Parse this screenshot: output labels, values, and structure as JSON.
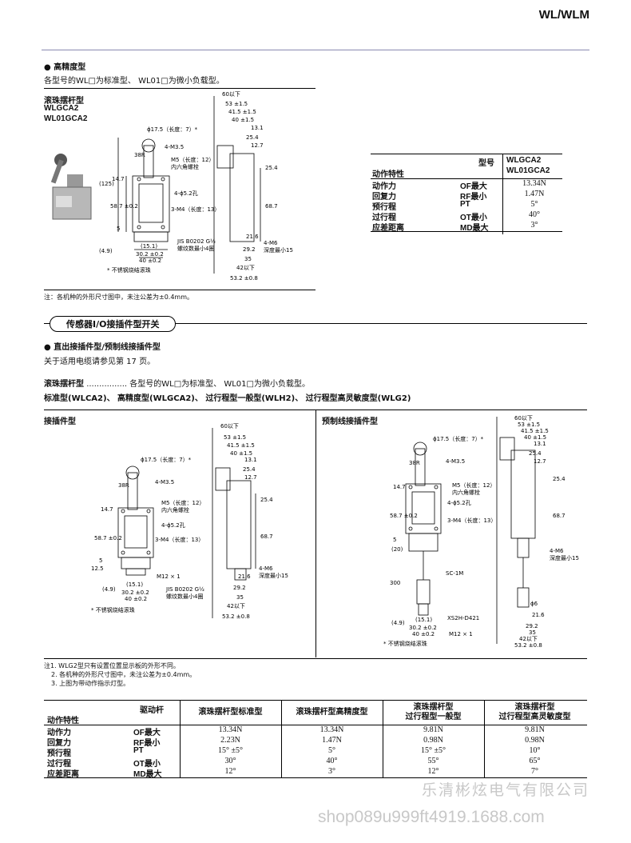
{
  "header": {
    "title": "WL/WLM"
  },
  "sec1": {
    "heading": "● 高精度型",
    "desc": "各型号的WL□为标准型、 WL01□为微小负载型。",
    "model_title": "滚珠摆杆型",
    "model1": "WLGCA2",
    "model2": "WL01GCA2",
    "note": "注：各机种的外形尺寸图中，未注公差为±0.4mm。",
    "drawing_labels": {
      "d60": "60以下",
      "d53": "53 ±1.5",
      "d415": "41.5 ±1.5",
      "d40": "40 ±1.5",
      "d131": "13.1",
      "d254": "25.4",
      "d127": "12.7",
      "d254b": "25.4",
      "d687": "68.7",
      "d216": "21.6",
      "d292": "29.2",
      "d35": "35",
      "d42": "42以下",
      "d532": "53.2 ±0.8",
      "phi": "ϕ17.5（长度：7）*",
      "r38": "38R",
      "m35": "4-M3.5",
      "m5": "M5（长度：12）",
      "hex": "内六角螺栓",
      "d147": "14.7",
      "d125": "(125)",
      "hole": "4-ϕ5.2孔",
      "d587": "58.7 ±0.2",
      "m4": "3-M4（长度：13）",
      "d5": "5",
      "d49": "(4.9)",
      "d151": "(15.1)",
      "d302": "30.2 ±0.2",
      "d40b": "40 ±0.2",
      "jis1": "JIS B0202 G½",
      "jis2": "螺纹数最小4圈",
      "m6": "4-M6",
      "depth": "深度最小15",
      "stain": "* 不锈钢烧结滚珠"
    }
  },
  "table1": {
    "col_model": "型号",
    "col_char": "动作特性",
    "model1": "WLGCA2",
    "model2": "WL01GCA2",
    "rows": [
      {
        "name": "动作力",
        "code": "OF最大",
        "value": "13.34N"
      },
      {
        "name": "回复力",
        "code": "RF最小",
        "value": "1.47N"
      },
      {
        "name": "预行程",
        "code": "PT",
        "value": "5°"
      },
      {
        "name": "过行程",
        "code": "OT最小",
        "value": "40°"
      },
      {
        "name": "应差距离",
        "code": "MD最大",
        "value": "3°"
      }
    ]
  },
  "sec2": {
    "pill": "传感器I/O接插件型开关",
    "heading": "● 直出接插件型/预制线接插件型",
    "ref": "关于适用电缆请参见第 17 页。",
    "model_line_bold": "滚珠摆杆型",
    "model_line_dots": "................",
    "model_line_rest": "各型号的WL□为标准型、 WL01□为微小负载型。",
    "types": "标准型(WLCA2)、 高精度型(WLGCA2)、 过行程型一般型(WLH2)、 过行程型高灵敏度型(WLG2)",
    "left_title": "接插件型",
    "right_title": "预制线接插件型",
    "m12": "M12 × 1",
    "d125b": "12.5",
    "sc1m": "SC-1M",
    "xs2h": "XS2H-D421",
    "d20": "(20)",
    "d300": "300",
    "phi6": "ϕ6",
    "notes": [
      "注1. WLG2型只有设置位置显示板的外形不同。",
      "2. 各机种的外形尺寸图中，未注公差为±0.4mm。",
      "3. 上图为带动作指示灯型。"
    ]
  },
  "table2": {
    "col_lever": "驱动杆",
    "col_char": "动作特性",
    "headers": [
      "滚珠摆杆型标准型",
      "滚珠摆杆型高精度型",
      "滚珠摆杆型\n过行程型一般型",
      "滚珠摆杆型\n过行程型高灵敏度型"
    ],
    "rows": [
      {
        "name": "动作力",
        "code": "OF最大",
        "values": [
          "13.34N",
          "13.34N",
          "9.81N",
          "9.81N"
        ]
      },
      {
        "name": "回复力",
        "code": "RF最小",
        "values": [
          "2.23N",
          "1.47N",
          "0.98N",
          "0.98N"
        ]
      },
      {
        "name": "预行程",
        "code": "PT",
        "values": [
          "15° ±5°",
          "5°",
          "15° ±5°",
          "10°"
        ]
      },
      {
        "name": "过行程",
        "code": "OT最小",
        "values": [
          "30°",
          "40°",
          "55°",
          "65°"
        ]
      },
      {
        "name": "应差距离",
        "code": "MD最大",
        "values": [
          "12°",
          "3°",
          "12°",
          "7°"
        ]
      }
    ]
  },
  "watermark": {
    "line1": "乐清彬炫电气有限公司",
    "line2": "shop089u999ft4919.1688.com"
  }
}
